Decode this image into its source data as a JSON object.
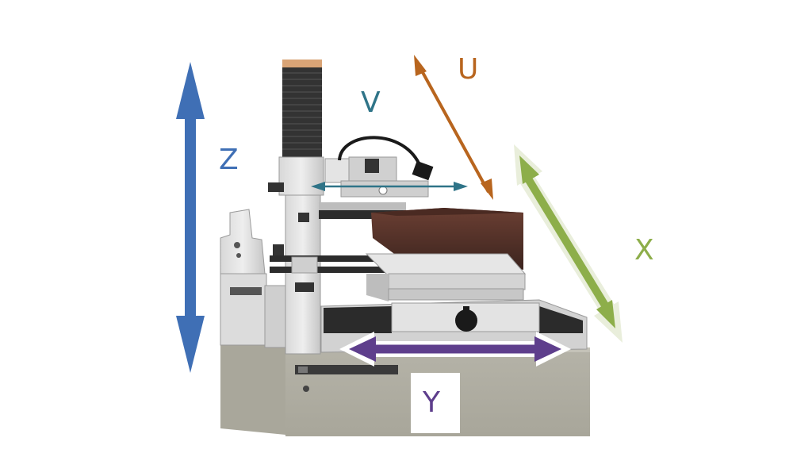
{
  "labels": {
    "z": "Z",
    "v": "V",
    "u": "U",
    "x": "X",
    "y": "Y"
  },
  "colors": {
    "z": "#3f6fb5",
    "v": "#2f7488",
    "u": "#b8651e",
    "x": "#8dae4a",
    "y": "#5e3e8c"
  }
}
